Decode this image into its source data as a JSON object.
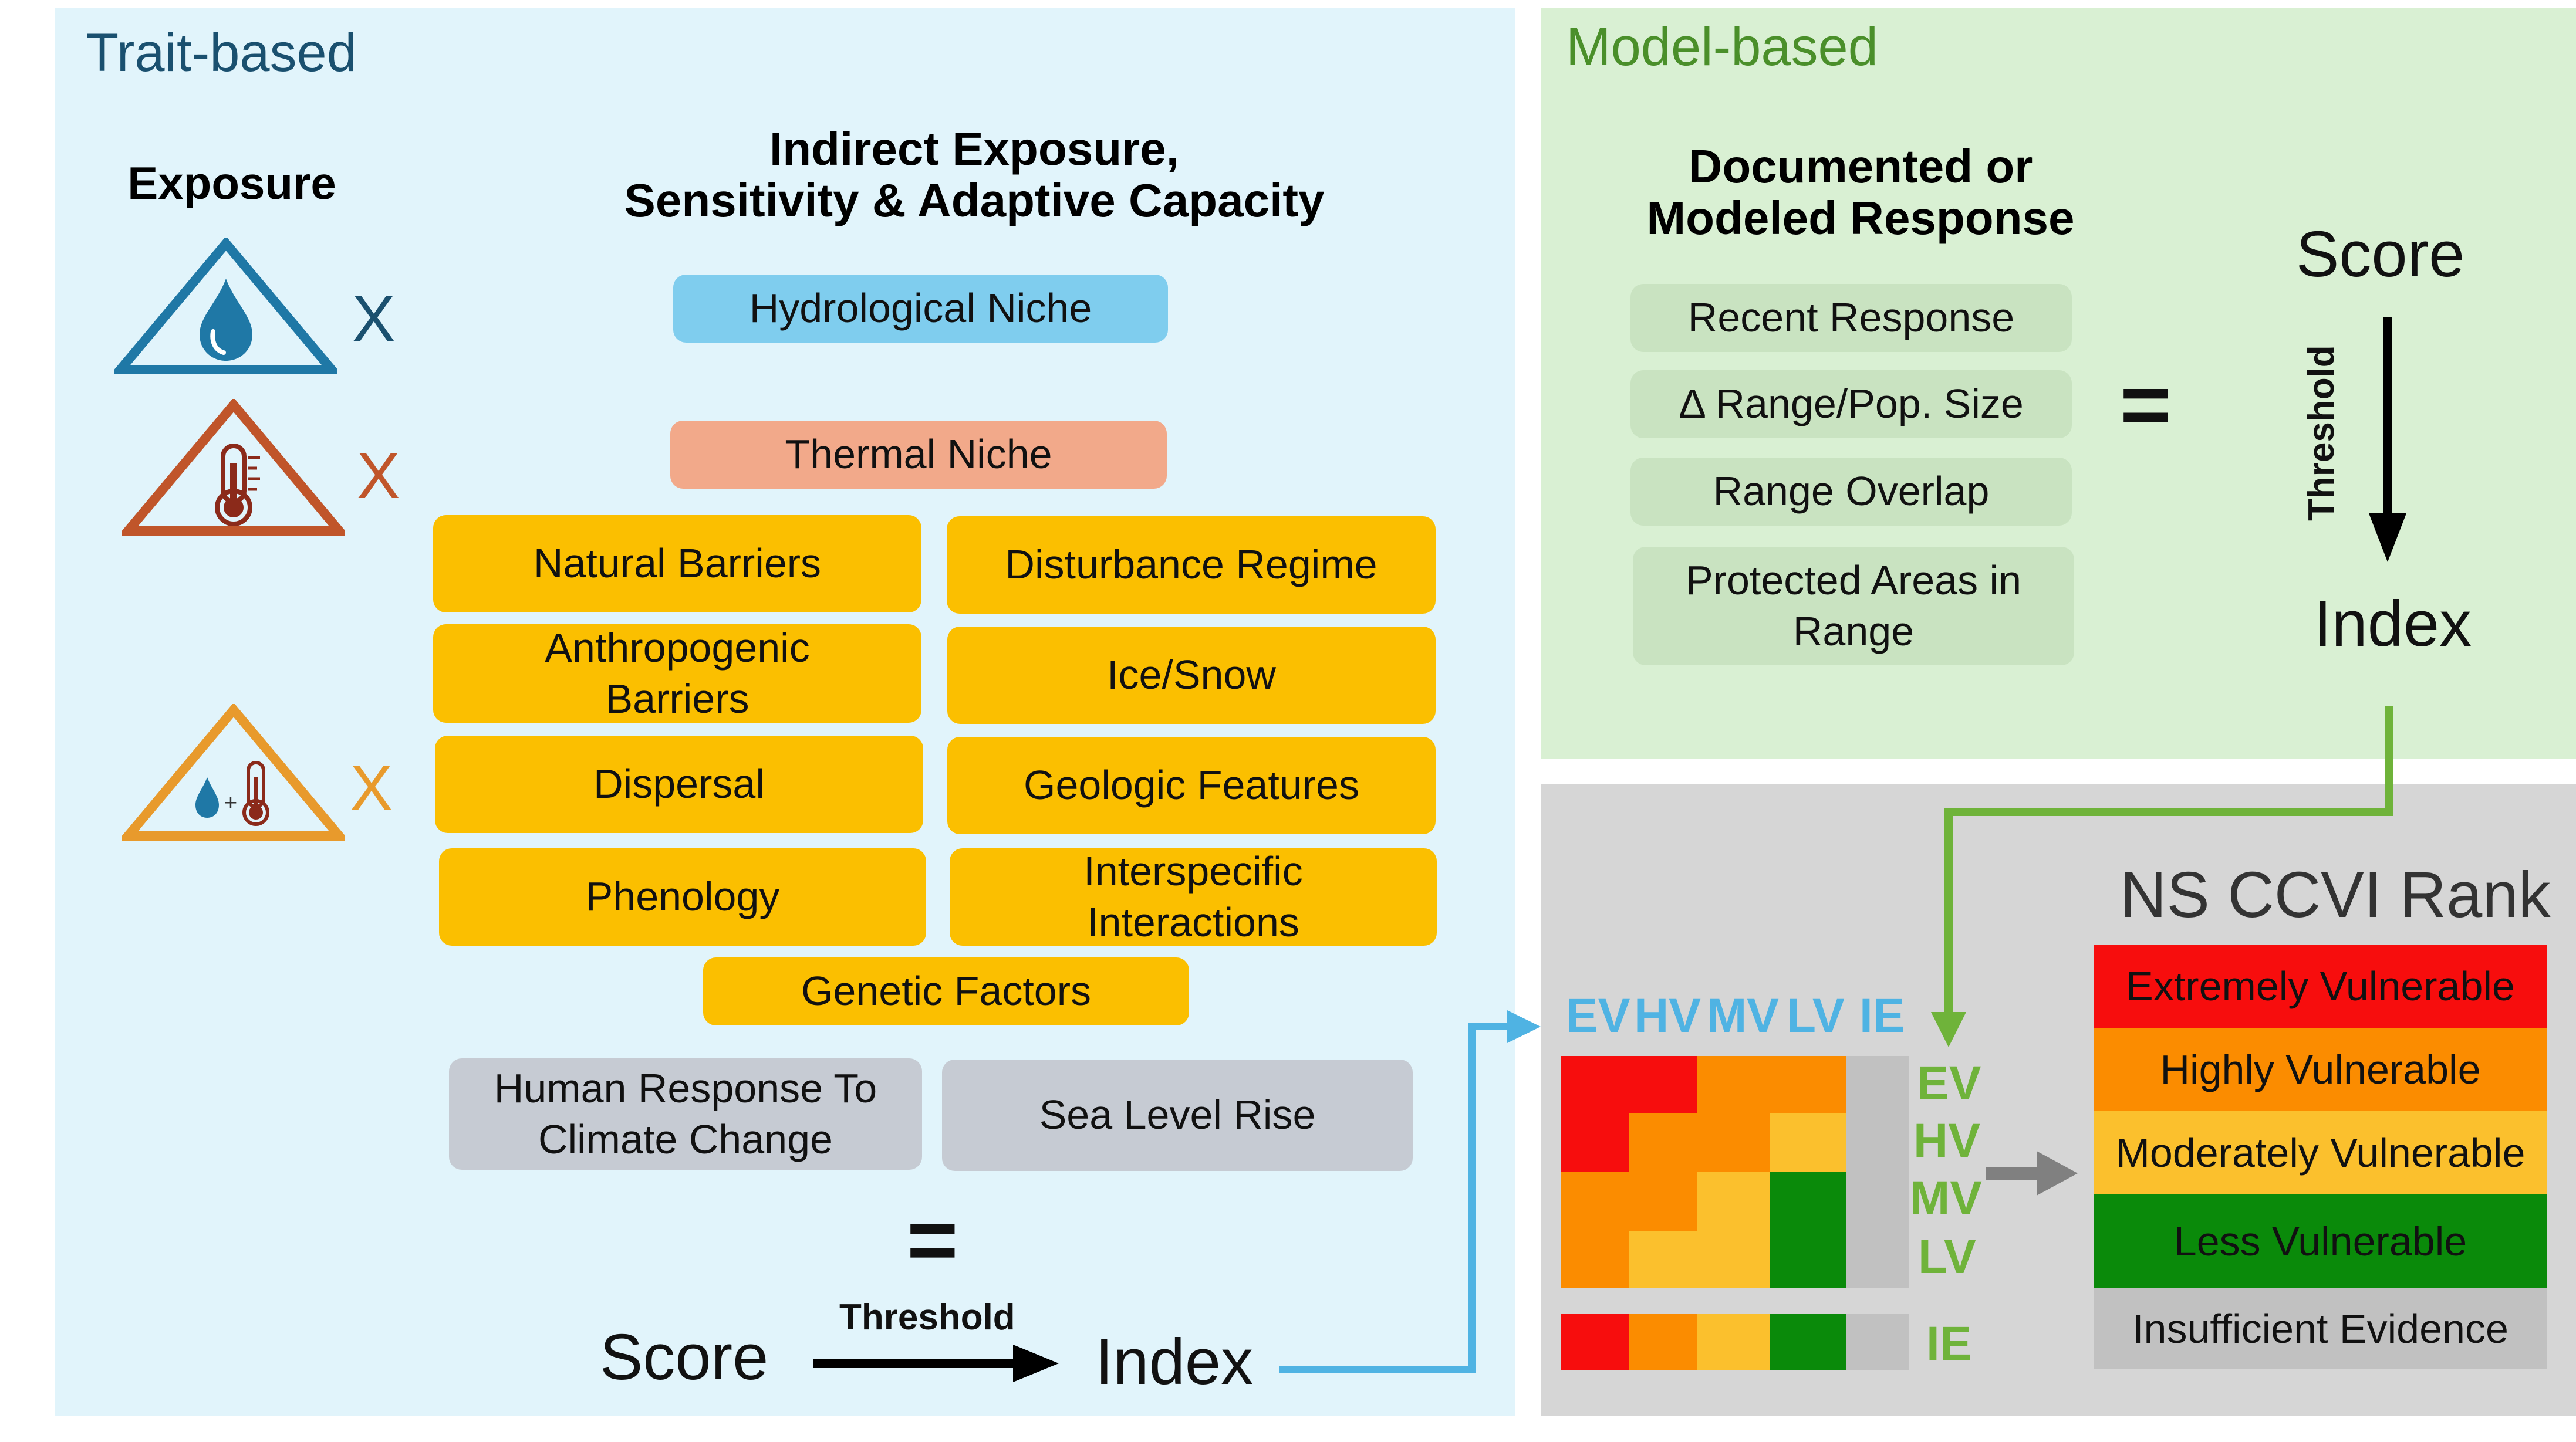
{
  "trait": {
    "title": "Trait-based",
    "exposure_heading": "Exposure",
    "indirect_heading_line1": "Indirect Exposure,",
    "indirect_heading_line2": "Sensitivity & Adaptive Capacity",
    "multiply": "X",
    "factors": {
      "hydrological": "Hydrological Niche",
      "thermal": "Thermal Niche",
      "natural_barriers": "Natural Barriers",
      "disturbance": "Disturbance Regime",
      "anthro_line1": "Anthropogenic",
      "anthro_line2": "Barriers",
      "ice_snow": "Ice/Snow",
      "dispersal": "Dispersal",
      "geologic": "Geologic Features",
      "phenology": "Phenology",
      "interspecific_line1": "Interspecific",
      "interspecific_line2": "Interactions",
      "genetic": "Genetic Factors",
      "human_line1": "Human Response To",
      "human_line2": "Climate Change",
      "sea_level": "Sea Level Rise"
    },
    "equals": "=",
    "score": "Score",
    "threshold": "Threshold",
    "index": "Index"
  },
  "model": {
    "title": "Model-based",
    "heading_line1": "Documented or",
    "heading_line2": "Modeled Response",
    "items": {
      "recent": "Recent Response",
      "range_pop": "Δ Range/Pop. Size",
      "overlap": "Range Overlap",
      "protected_line1": "Protected Areas in",
      "protected_line2": "Range"
    },
    "equals": "=",
    "score": "Score",
    "threshold": "Threshold",
    "index": "Index"
  },
  "matrix": {
    "col_labels": [
      "EV",
      "HV",
      "MV",
      "LV",
      "IE"
    ],
    "row_labels": [
      "EV",
      "HV",
      "MV",
      "LV"
    ],
    "ie_label": "IE"
  },
  "rank": {
    "title": "NS CCVI Rank",
    "levels": [
      "Extremely Vulnerable",
      "Highly Vulnerable",
      "Moderately Vulnerable",
      "Less Vulnerable",
      "Insufficient Evidence"
    ]
  },
  "colors": {
    "ev": "#f70d0d",
    "hv": "#fb8c00",
    "mv": "#fbc02d",
    "lv": "#0a8a0a",
    "ie": "#c1c1c1",
    "blue_text": "#4fb3e3",
    "green_text": "#6fb33a",
    "trait_title": "#1a506f",
    "model_title": "#4a8f2a",
    "hydro_icon": "#1f78a6",
    "thermal_icon": "#c0552a",
    "combo_icon": "#e89a2c"
  }
}
